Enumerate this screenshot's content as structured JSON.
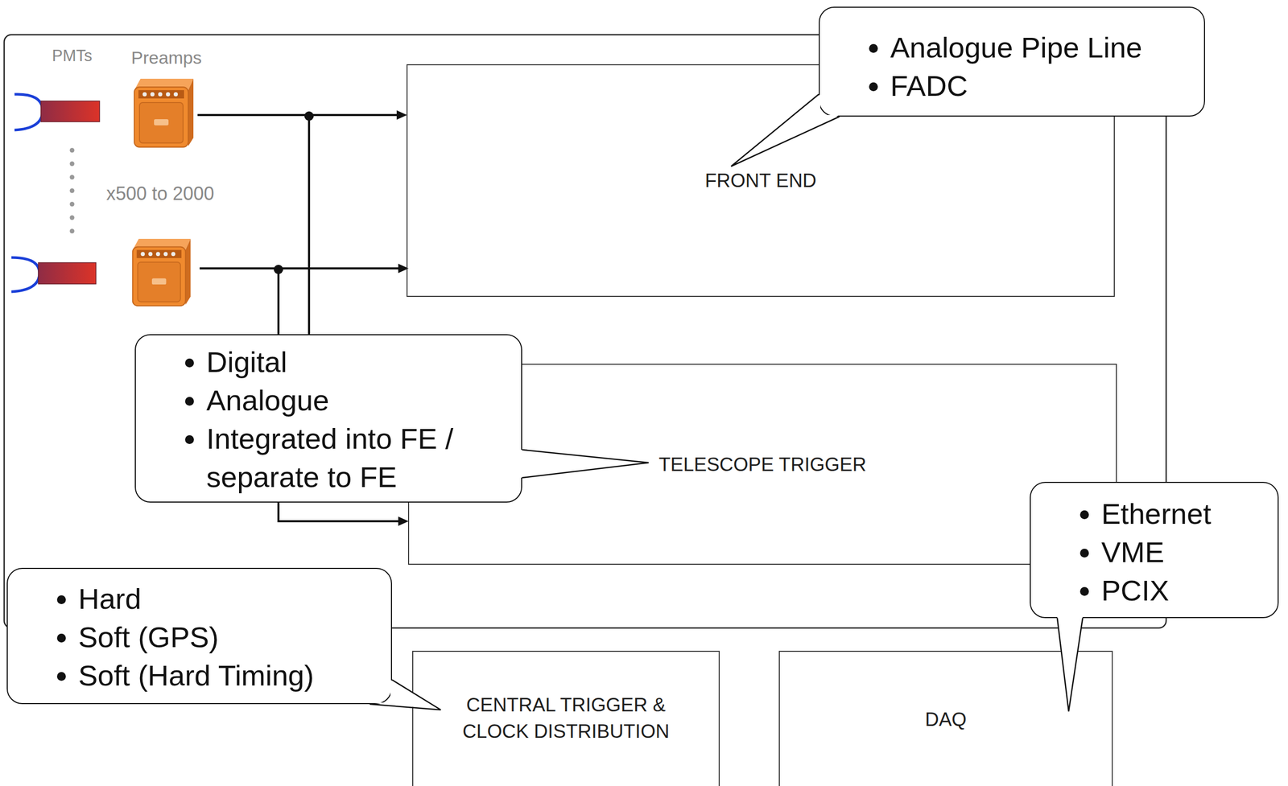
{
  "diagram": {
    "nodes": [
      {
        "text": [
          "FRONT END"
        ]
      },
      {
        "text": [
          "Analogue Pipe Line",
          "FADC"
        ]
      },
      {
        "text": [
          "TELESCOPE TRIGGER"
        ]
      },
      {
        "text": [
          "Digital",
          "Analogue",
          "Integrated into FE / separate to FE"
        ]
      },
      {
        "text": [
          "Ethernet",
          "VME",
          "PCIX"
        ]
      },
      {
        "text": [
          "Hard",
          "Soft (GPS)",
          "Soft (Hard Timing)"
        ]
      },
      {
        "text": [
          "CENTRAL TRIGGER & CLOCK DISTRIBUTION"
        ]
      },
      {
        "text": [
          "DAQ"
        ]
      }
    ],
    "labels": [
      "PMTs",
      "Preamps",
      "x500 to 2000"
    ]
  }
}
